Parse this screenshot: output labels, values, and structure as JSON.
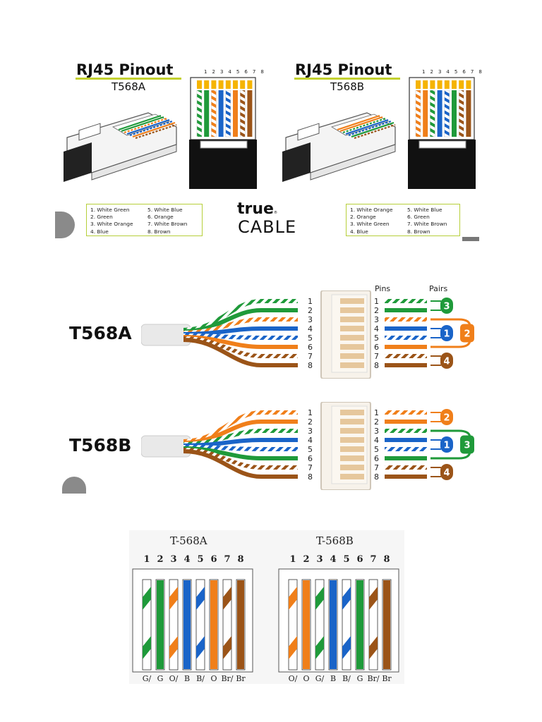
{
  "panel1": {
    "left": {
      "title": "RJ45 Pinout",
      "standard": "T568A",
      "pin_numbers": "1 2 3 4 5 6 7 8",
      "wires": [
        "white-green",
        "green",
        "white-orange",
        "blue",
        "white-blue",
        "orange",
        "white-brown",
        "brown"
      ],
      "legend_col1": [
        "1. White Green",
        "2. Green",
        "3. White Orange",
        "4. Blue"
      ],
      "legend_col2": [
        "5. White Blue",
        "6. Orange",
        "7. White Brown",
        "8. Brown"
      ]
    },
    "right": {
      "title": "RJ45 Pinout",
      "standard": "T568B",
      "pin_numbers": "1 2 3 4 5 6 7 8",
      "wires": [
        "white-orange",
        "orange",
        "white-green",
        "blue",
        "white-blue",
        "green",
        "white-brown",
        "brown"
      ],
      "legend_col1": [
        "1. White Orange",
        "2. Orange",
        "3. White Green",
        "4. Blue"
      ],
      "legend_col2": [
        "5. White Blue",
        "6. Green",
        "7. White Brown",
        "8. Brown"
      ]
    },
    "brand": {
      "line1": "true",
      "reg": "®",
      "line2": "CABLE"
    }
  },
  "panel2": {
    "pins_header": "Pins",
    "pairs_header": "Pairs",
    "t568a": {
      "label": "T568A",
      "pins": [
        "1",
        "2",
        "3",
        "4",
        "5",
        "6",
        "7",
        "8"
      ],
      "wires": [
        "white-green",
        "green",
        "white-orange",
        "blue",
        "white-blue",
        "orange",
        "white-brown",
        "brown"
      ],
      "pair_labels": {
        "green": "3",
        "blue": "1",
        "orange": "2",
        "brown": "4"
      }
    },
    "t568b": {
      "label": "T568B",
      "pins": [
        "1",
        "2",
        "3",
        "4",
        "5",
        "6",
        "7",
        "8"
      ],
      "wires": [
        "white-orange",
        "orange",
        "white-green",
        "blue",
        "white-blue",
        "green",
        "white-brown",
        "brown"
      ],
      "pair_labels": {
        "orange": "2",
        "blue": "1",
        "green": "3",
        "brown": "4"
      }
    }
  },
  "panel3": {
    "a": {
      "title": "T-568A",
      "pins": [
        "1",
        "2",
        "3",
        "4",
        "5",
        "6",
        "7",
        "8"
      ],
      "wires": [
        "white-green",
        "green",
        "white-orange",
        "blue",
        "white-blue",
        "orange",
        "white-brown",
        "brown"
      ],
      "bottom": [
        "G/",
        "G",
        "O/",
        "B",
        "B/",
        "O",
        "Br/",
        "Br"
      ]
    },
    "b": {
      "title": "T-568B",
      "pins": [
        "1",
        "2",
        "3",
        "4",
        "5",
        "6",
        "7",
        "8"
      ],
      "wires": [
        "white-orange",
        "orange",
        "white-green",
        "blue",
        "white-blue",
        "green",
        "white-brown",
        "brown"
      ],
      "bottom": [
        "O/",
        "O",
        "G/",
        "B",
        "B/",
        "G",
        "Br/",
        "Br"
      ]
    }
  },
  "colors": {
    "green": "#1f9a3a",
    "orange": "#f07f1a",
    "blue": "#1a64c8",
    "brown": "#9b5418",
    "pins_gold": "#f5b400",
    "legend_border": "#b6cf3a",
    "underline": "#c3d12e"
  }
}
